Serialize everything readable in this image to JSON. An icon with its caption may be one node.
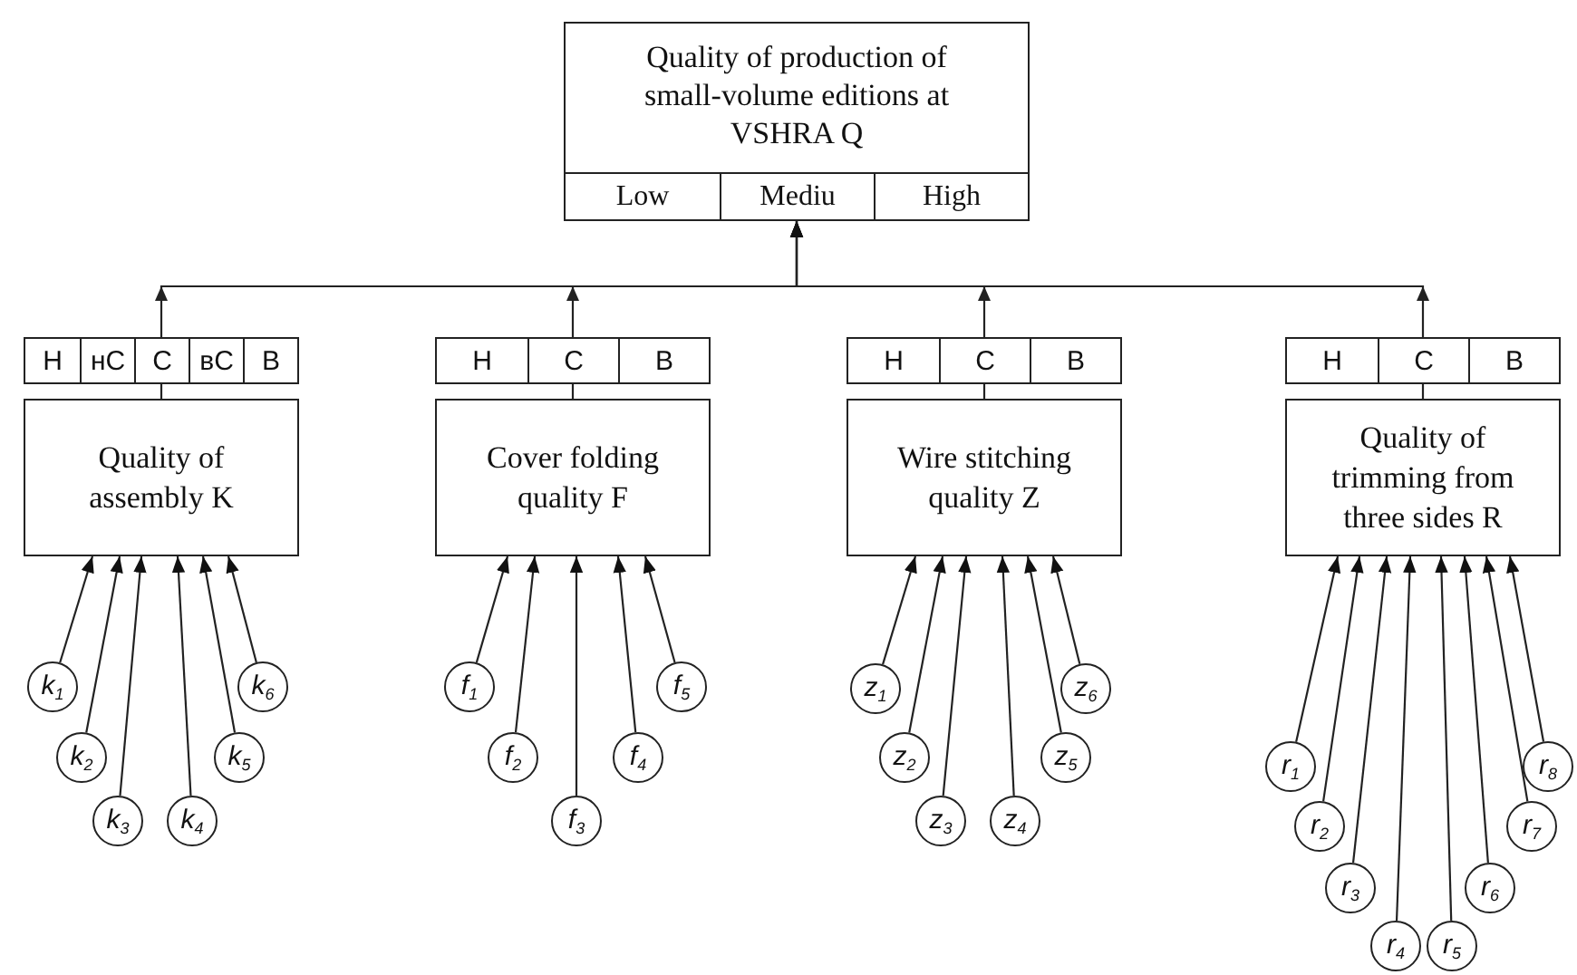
{
  "diagram": {
    "nodes": [
      {
        "text": [
          "Quality of production of small-volume editions at VSHRA Q"
        ]
      },
      {
        "text": [
          "Low"
        ],
        "in": 0
      },
      {
        "text": [
          "Mediu"
        ],
        "in": 0
      },
      {
        "text": [
          "High"
        ],
        "in": 0
      },
      {
        "text": [],
        "shape": "box"
      },
      {
        "text": [
          "Н"
        ],
        "in": 4
      },
      {
        "text": [
          "нС"
        ],
        "in": 4
      },
      {
        "text": [
          "С"
        ],
        "in": 4
      },
      {
        "text": [
          "вС"
        ],
        "in": 4
      },
      {
        "text": [
          "В"
        ],
        "in": 4
      },
      {
        "text": [
          "Quality of assembly K"
        ]
      },
      {
        "text": [],
        "shape": "box"
      },
      {
        "text": [
          "Н"
        ],
        "in": 11
      },
      {
        "text": [
          "С"
        ],
        "in": 11
      },
      {
        "text": [
          "В"
        ],
        "in": 11
      },
      {
        "text": [
          "Cover folding quality F"
        ]
      },
      {
        "text": [],
        "shape": "box"
      },
      {
        "text": [
          "Н"
        ],
        "in": 16
      },
      {
        "text": [
          "С"
        ],
        "in": 16
      },
      {
        "text": [
          "В"
        ],
        "in": 16
      },
      {
        "text": [
          "Wire stitching quality Z"
        ]
      },
      {
        "text": [],
        "shape": "box"
      },
      {
        "text": [
          "Н"
        ],
        "in": 21
      },
      {
        "text": [
          "С"
        ],
        "in": 21
      },
      {
        "text": [
          "В"
        ],
        "in": 21
      },
      {
        "text": [
          "Quality of trimming from three sides R"
        ]
      },
      {
        "text": [
          "k$_{1}$"
        ]
      },
      {
        "text": [
          "k$_{2}$"
        ]
      },
      {
        "text": [
          "k$_{3}$"
        ]
      },
      {
        "text": [
          "k$_{4}$"
        ]
      },
      {
        "text": [
          "k$_{5}$"
        ]
      },
      {
        "text": [
          "k$_{6}$"
        ]
      },
      {
        "text": [
          "f$_{1}$"
        ]
      },
      {
        "text": [
          "f$_{2}$"
        ]
      },
      {
        "text": [
          "f$_{3}$"
        ]
      },
      {
        "text": [
          "f$_{4}$"
        ]
      },
      {
        "text": [
          "f$_{5}$"
        ]
      },
      {
        "text": [
          "z$_{1}$"
        ]
      },
      {
        "text": [
          "z$_{2}$"
        ]
      },
      {
        "text": [
          "z$_{3}$"
        ]
      },
      {
        "text": [
          "z$_{4}$"
        ]
      },
      {
        "text": [
          "z$_{5}$"
        ]
      },
      {
        "text": [
          "z$_{6}$"
        ]
      },
      {
        "text": [
          "r$_{1}$"
        ]
      },
      {
        "text": [
          "r$_{2}$"
        ]
      },
      {
        "text": [
          "r$_{3}$"
        ]
      },
      {
        "text": [
          "r$_{4}$"
        ]
      },
      {
        "text": [
          "r$_{5}$"
        ]
      },
      {
        "text": [
          "r$_{6}$"
        ]
      },
      {
        "text": [
          "r$_{7}$"
        ]
      },
      {
        "text": [
          "r$_{8}$"
        ]
      }
    ],
    "edges": [
      {
        "from": 10,
        "to": 4,
        "arrow": "none"
      },
      {
        "from": 4,
        "to": 0,
        "arrow": "to"
      },
      {
        "from": 15,
        "to": 11,
        "arrow": "none"
      },
      {
        "from": 11,
        "to": 0,
        "arrow": "to"
      },
      {
        "from": 20,
        "to": 16,
        "arrow": "none"
      },
      {
        "from": 16,
        "to": 0,
        "arrow": "to"
      },
      {
        "from": 25,
        "to": 21,
        "arrow": "none"
      },
      {
        "from": 21,
        "to": 0,
        "arrow": "to"
      },
      {
        "from": 26,
        "to": 10,
        "arrow": "to"
      },
      {
        "from": 27,
        "to": 10,
        "arrow": "to"
      },
      {
        "from": 28,
        "to": 10,
        "arrow": "to"
      },
      {
        "from": 29,
        "to": 10,
        "arrow": "to"
      },
      {
        "from": 30,
        "to": 10,
        "arrow": "to"
      },
      {
        "from": 31,
        "to": 10,
        "arrow": "to"
      },
      {
        "from": 32,
        "to": 15,
        "arrow": "to"
      },
      {
        "from": 33,
        "to": 15,
        "arrow": "to"
      },
      {
        "from": 34,
        "to": 15,
        "arrow": "to"
      },
      {
        "from": 35,
        "to": 15,
        "arrow": "to"
      },
      {
        "from": 36,
        "to": 15,
        "arrow": "to"
      },
      {
        "from": 37,
        "to": 20,
        "arrow": "to"
      },
      {
        "from": 38,
        "to": 20,
        "arrow": "to"
      },
      {
        "from": 39,
        "to": 20,
        "arrow": "to"
      },
      {
        "from": 40,
        "to": 20,
        "arrow": "to"
      },
      {
        "from": 41,
        "to": 20,
        "arrow": "to"
      },
      {
        "from": 42,
        "to": 20,
        "arrow": "to"
      },
      {
        "from": 43,
        "to": 25,
        "arrow": "to"
      },
      {
        "from": 44,
        "to": 25,
        "arrow": "to"
      },
      {
        "from": 45,
        "to": 25,
        "arrow": "to"
      },
      {
        "from": 46,
        "to": 25,
        "arrow": "to"
      },
      {
        "from": 47,
        "to": 25,
        "arrow": "to"
      },
      {
        "from": 48,
        "to": 25,
        "arrow": "to"
      },
      {
        "from": 49,
        "to": 25,
        "arrow": "to"
      },
      {
        "from": 50,
        "to": 25,
        "arrow": "to"
      }
    ]
  }
}
